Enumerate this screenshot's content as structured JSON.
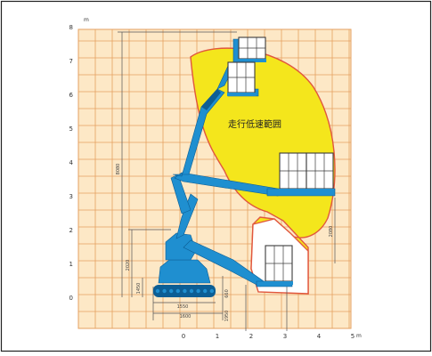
{
  "diagram": {
    "region_label": "走行低速範囲",
    "y_axis": {
      "unit": "m",
      "ticks": [
        "0",
        "1",
        "2",
        "3",
        "4",
        "5",
        "6",
        "7",
        "8"
      ]
    },
    "x_axis": {
      "unit": "m",
      "ticks": [
        "0",
        "1",
        "2",
        "3",
        "4",
        "5"
      ]
    },
    "dimensions": {
      "total_height": "8080",
      "upper_right_height": "2080",
      "lower_left_height": "2020",
      "lower_left_small": "1450",
      "bottom_width_1": "1550",
      "bottom_width_2": "1600",
      "bottom_right_1": "660",
      "bottom_right_2": "1950"
    },
    "colors": {
      "grid_fill": "#fde8c6",
      "grid_line": "#e4a060",
      "region_fill": "#f4e61c",
      "region_border": "#e1573d",
      "machine_blue": "#1f8fd0",
      "machine_dark": "#0c5e95",
      "basket_fill": "#ffffff",
      "basket_line": "#3b3b3b"
    }
  }
}
